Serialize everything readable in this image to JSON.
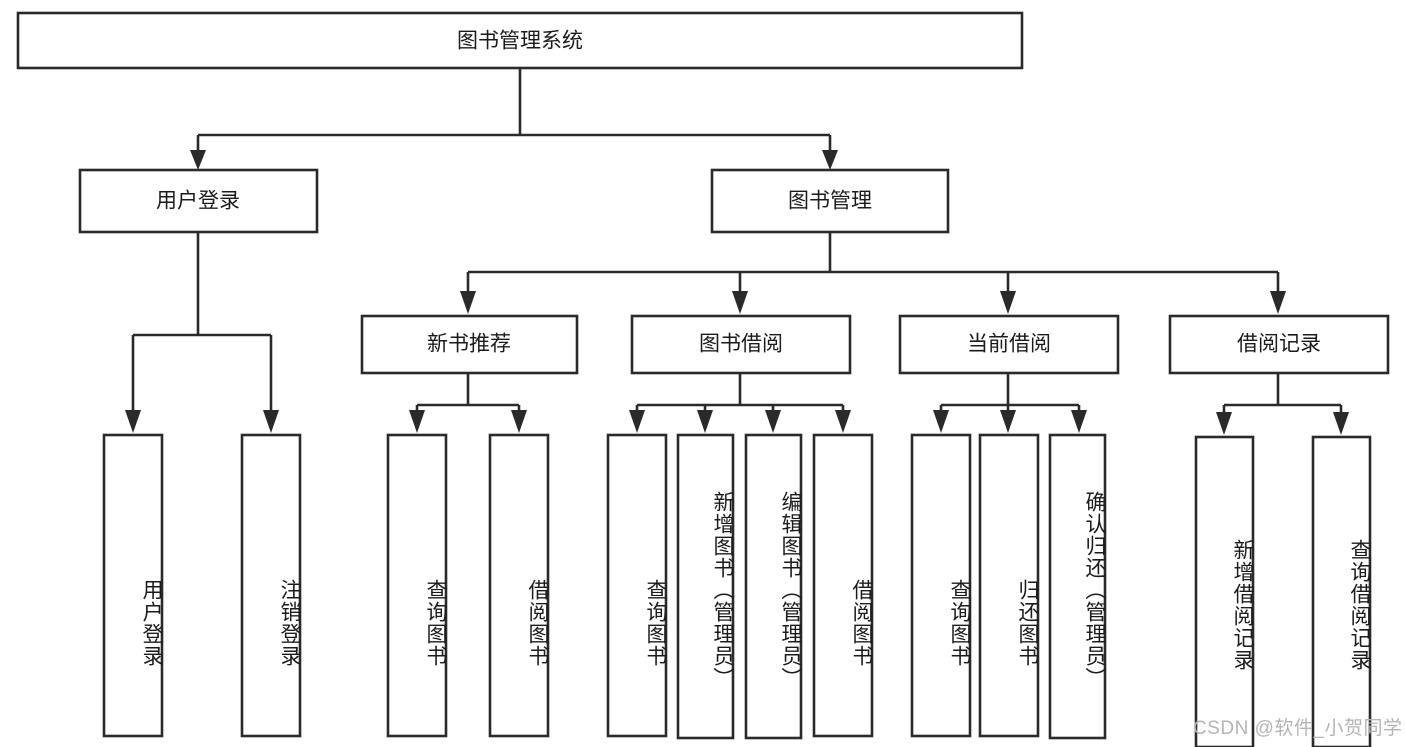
{
  "diagram": {
    "type": "tree-hierarchy",
    "title": "图书管理系统",
    "orientation": "top-down",
    "colors": {
      "box_stroke": "#2a2a2a",
      "box_fill": "#ffffff",
      "text": "#1b1b1b",
      "background": "#ffffff",
      "watermark": "#b4b4b4"
    },
    "root": {
      "label": "图书管理系统"
    },
    "level2": [
      {
        "label": "用户登录"
      },
      {
        "label": "图书管理"
      }
    ],
    "level3": [
      {
        "label": "新书推荐"
      },
      {
        "label": "图书借阅"
      },
      {
        "label": "当前借阅"
      },
      {
        "label": "借阅记录"
      }
    ],
    "leaves": {
      "user_login": [
        {
          "label": "用户登录"
        },
        {
          "label": "注销登录"
        }
      ],
      "new_book_recommend": [
        {
          "label": "查询图书"
        },
        {
          "label": "借阅图书"
        }
      ],
      "book_borrow": [
        {
          "label": "查询图书"
        },
        {
          "label": "新增图书（管理员）"
        },
        {
          "label": "编辑图书（管理员）"
        },
        {
          "label": "借阅图书"
        }
      ],
      "current_borrow": [
        {
          "label": "查询图书"
        },
        {
          "label": "归还图书"
        },
        {
          "label": "确认归还（管理员）"
        }
      ],
      "borrow_record": [
        {
          "label": "新增借阅记录"
        },
        {
          "label": "查询借阅记录"
        }
      ]
    }
  },
  "watermark": {
    "text": "CSDN @软件_小贺同学"
  }
}
